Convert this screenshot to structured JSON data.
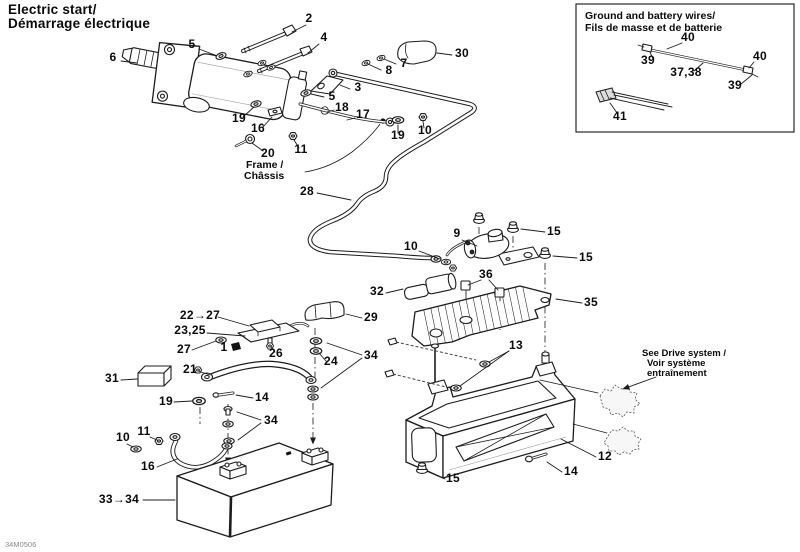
{
  "title": {
    "line1": "Electric start/",
    "line2": "Démarrage électrique"
  },
  "inset": {
    "title1": "Ground and battery wires/",
    "title2": "Fils de masse et de batterie"
  },
  "notes": {
    "frame1": "Frame /",
    "frame2": "Châssis",
    "drive1": "See Drive system /",
    "drive2": "Voir système",
    "drive3": "entraînement"
  },
  "doc_code": "34M0506",
  "callouts": {
    "c2": "2",
    "c4": "4",
    "c5a": "5",
    "c6": "6",
    "c30": "30",
    "c7": "7",
    "c8": "8",
    "c3": "3",
    "c5b": "5",
    "c18": "18",
    "c17": "17",
    "c19a": "19",
    "c16a": "16",
    "c20": "20",
    "c11a": "11",
    "c19b": "19",
    "c10a": "10",
    "c28": "28",
    "c10b": "10",
    "c9": "9",
    "c15a": "15",
    "c15b": "15",
    "c32": "32",
    "c36": "36",
    "c35": "35",
    "c29": "29",
    "c2227": "22→27",
    "c2325": "23,25",
    "c27": "27",
    "c1": "1",
    "c26": "26",
    "c24": "24",
    "c34a": "34",
    "c21": "21",
    "c31": "31",
    "c19c": "19",
    "c14a": "14",
    "c34b": "34",
    "c10c": "10",
    "c11b": "11",
    "c16b": "16",
    "c3334": "33→34",
    "c13": "13",
    "c12": "12",
    "c14b": "14",
    "c15c": "15",
    "i40a": "40",
    "i39a": "39",
    "i3738": "37,38",
    "i40b": "40",
    "i39b": "39",
    "i41": "41"
  }
}
